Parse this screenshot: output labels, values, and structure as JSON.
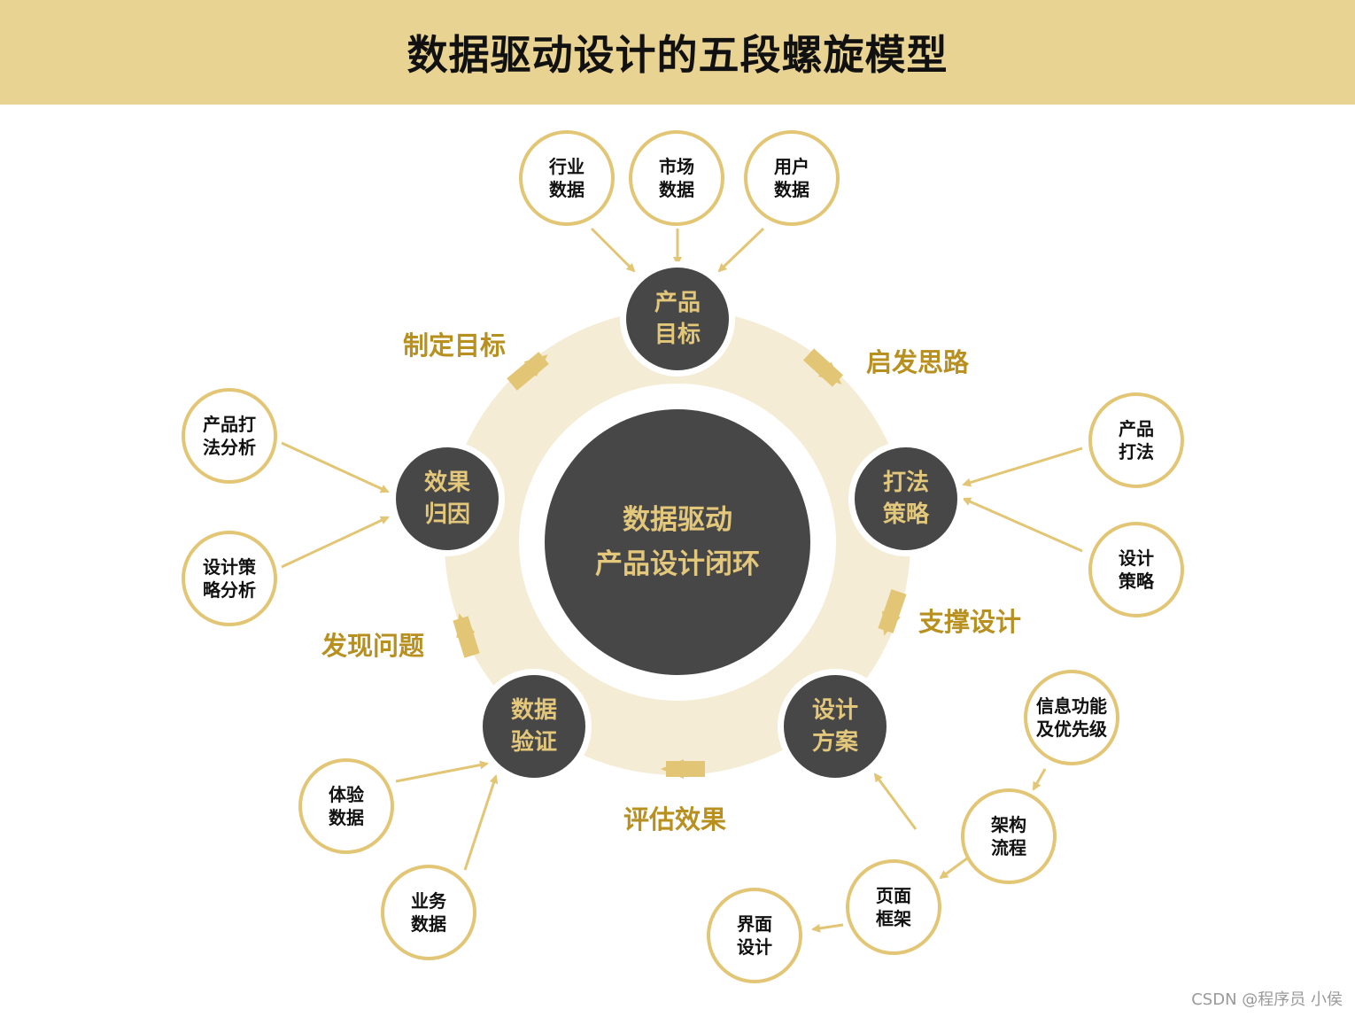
{
  "title": "数据驱动设计的五段螺旋模型",
  "colors": {
    "header_bg": "#e8d393",
    "ring_bg": "#f5ecd5",
    "dark_node": "#474747",
    "gold_text": "#e3c77a",
    "label_gold": "#b8901f",
    "arrow_gold": "#e2c675"
  },
  "center": {
    "line1": "数据驱动",
    "line2": "产品设计闭环"
  },
  "stages": [
    {
      "id": "product-goal",
      "line1": "产品",
      "line2": "目标"
    },
    {
      "id": "strategy",
      "line1": "打法",
      "line2": "策略"
    },
    {
      "id": "design-plan",
      "line1": "设计",
      "line2": "方案"
    },
    {
      "id": "data-validation",
      "line1": "数据",
      "line2": "验证"
    },
    {
      "id": "attribution",
      "line1": "效果",
      "line2": "归因"
    }
  ],
  "transitions": [
    {
      "label": "启发思路"
    },
    {
      "label": "支撑设计"
    },
    {
      "label": "评估效果"
    },
    {
      "label": "发现问题"
    },
    {
      "label": "制定目标"
    }
  ],
  "satellites": {
    "product_goal": [
      {
        "line1": "行业",
        "line2": "数据"
      },
      {
        "line1": "市场",
        "line2": "数据"
      },
      {
        "line1": "用户",
        "line2": "数据"
      }
    ],
    "strategy": [
      {
        "line1": "产品",
        "line2": "打法"
      },
      {
        "line1": "设计",
        "line2": "策略"
      }
    ],
    "design_plan": [
      {
        "line1": "信息功能",
        "line2": "及优先级"
      },
      {
        "line1": "架构",
        "line2": "流程"
      },
      {
        "line1": "页面",
        "line2": "框架"
      },
      {
        "line1": "界面",
        "line2": "设计"
      }
    ],
    "data_validation": [
      {
        "line1": "体验",
        "line2": "数据"
      },
      {
        "line1": "业务",
        "line2": "数据"
      }
    ],
    "attribution": [
      {
        "line1": "产品打",
        "line2": "法分析"
      },
      {
        "line1": "设计策",
        "line2": "略分析"
      }
    ]
  },
  "watermark": "CSDN @程序员 小侯"
}
